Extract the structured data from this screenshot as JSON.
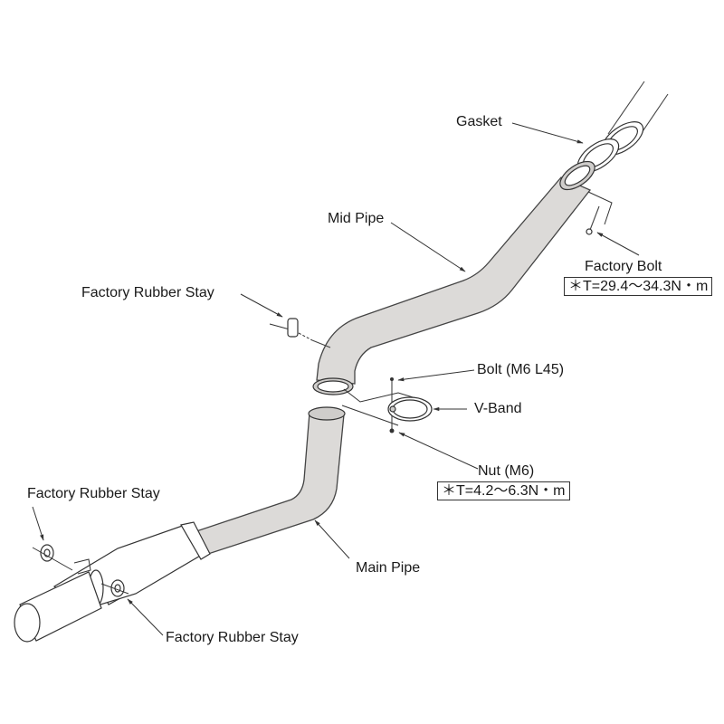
{
  "labels": {
    "gasket": "Gasket",
    "mid_pipe": "Mid Pipe",
    "factory_bolt": "Factory Bolt",
    "factory_bolt_torque": "＊T=29.4～34.3N・m",
    "factory_rubber_stay_upper": "Factory Rubber Stay",
    "bolt": "Bolt (M6 L45)",
    "v_band": "V-Band",
    "nut": "Nut (M6)",
    "nut_torque": "＊T=4.2～6.3N・m",
    "factory_rubber_stay_left": "Factory Rubber Stay",
    "main_pipe": "Main Pipe",
    "factory_rubber_stay_lower": "Factory Rubber Stay"
  },
  "colors": {
    "pipe_fill": "#dcdad8",
    "line": "#333333",
    "background": "#ffffff"
  }
}
